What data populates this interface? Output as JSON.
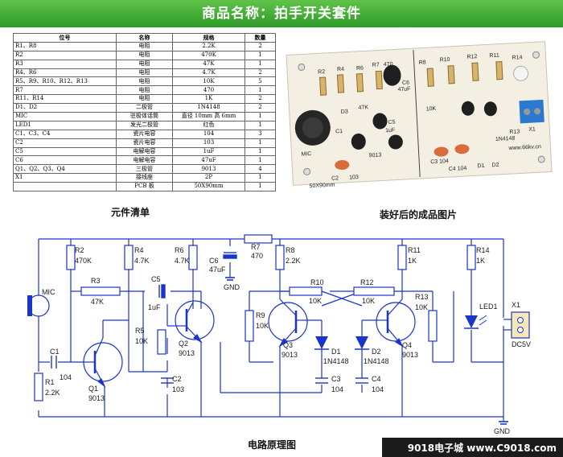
{
  "banner": {
    "title": "商品名称：拍手开关套件"
  },
  "parts_list": {
    "caption": "元件清单",
    "columns": [
      "位号",
      "名称",
      "规格",
      "数量"
    ],
    "rows": [
      [
        "R1、R8",
        "电阻",
        "2.2K",
        "2"
      ],
      [
        "R2",
        "电阻",
        "470K",
        "1"
      ],
      [
        "R3",
        "电阻",
        "47K",
        "1"
      ],
      [
        "R4、R6",
        "电阻",
        "4.7K",
        "2"
      ],
      [
        "R5、R9、R10、R12、R13",
        "电阻",
        "10K",
        "5"
      ],
      [
        "R7",
        "电阻",
        "470",
        "1"
      ],
      [
        "R11、R14",
        "电阻",
        "1K",
        "2"
      ],
      [
        "D1、D2",
        "二极管",
        "1N4148",
        "2"
      ],
      [
        "MIC",
        "驻极体话筒",
        "直径 10mm 高 6mm",
        "1"
      ],
      [
        "LED1",
        "发光二极管",
        "红色",
        "1"
      ],
      [
        "C1、C3、C4",
        "瓷片电容",
        "104",
        "3"
      ],
      [
        "C2",
        "瓷片电容",
        "103",
        "1"
      ],
      [
        "C5",
        "电解电容",
        "1uF",
        "1"
      ],
      [
        "C6",
        "电解电容",
        "47uF",
        "1"
      ],
      [
        "Q1、Q2、Q3、Q4",
        "三极管",
        "9013",
        "4"
      ],
      [
        "X1",
        "接线座",
        "2P",
        "1"
      ],
      [
        "",
        "PCB 板",
        "50X90mm",
        "1"
      ]
    ]
  },
  "photo": {
    "caption": "装好后的成品图片",
    "silk": {
      "r2": "R2",
      "r4": "R4",
      "r6": "R6",
      "r7": "R7",
      "r470": "470",
      "r8": "R8",
      "r10": "R10",
      "r12": "R12",
      "r11": "R11",
      "r14": "R14",
      "c6": "C6",
      "q2": "9013",
      "c5": "C5",
      "uf": "1uF",
      "uf47": "47uF",
      "d3": "D3",
      "k47": "47K",
      "k10": "10K",
      "mic": "MIC",
      "c1": "C1",
      "x1": "X1",
      "size": "50X90mm",
      "site": "www.66kv.cn",
      "c2": "C2",
      "c103": "103",
      "c3": "C3 104",
      "c4": "C4 104",
      "d1": "D1",
      "d2": "D2",
      "r13": "R13",
      "in4148": "1N4148"
    }
  },
  "schematic": {
    "caption": "电路原理图",
    "labels": {
      "mic": "MIC",
      "r1": "R1",
      "r1v": "2.2K",
      "r2": "R2",
      "r2v": "470K",
      "r3": "R3",
      "r3v": "47K",
      "r4": "R4",
      "r4v": "4.7K",
      "r5": "R5",
      "r5v": "10K",
      "r6": "R6",
      "r6v": "4.7K",
      "r7": "R7",
      "r7v": "470",
      "r8": "R8",
      "r8v": "2.2K",
      "r9": "R9",
      "r9v": "10K",
      "r10": "R10",
      "r10v": "10K",
      "r11": "R11",
      "r11v": "1K",
      "r12": "R12",
      "r12v": "10K",
      "r13": "R13",
      "r13v": "10K",
      "r14": "R14",
      "r14v": "1K",
      "c1": "C1",
      "c1v": "104",
      "c2": "C2",
      "c2v": "103",
      "c3": "C3",
      "c3v": "104",
      "c4": "C4",
      "c4v": "104",
      "c5": "C5",
      "c5v": "1uF",
      "c6": "C6",
      "c6v": "47uF",
      "q1": "Q1",
      "q1v": "9013",
      "q2": "Q2",
      "q2v": "9013",
      "q3": "Q3",
      "q3v": "9013",
      "q4": "Q4",
      "q4v": "9013",
      "d1": "D1",
      "d1v": "1N4148",
      "d2": "D2",
      "d2v": "1N4148",
      "led": "LED1",
      "x1": "X1",
      "x1v": "DC5V",
      "gnd": "GND"
    }
  },
  "footer": {
    "text": "9018电子城 www.C9018.com"
  },
  "colors": {
    "banner": "#3aa832",
    "wire": "#1a35c8",
    "pcb": "#f2efe4",
    "terminal": "#2c79d0",
    "component_label": "#000000"
  }
}
